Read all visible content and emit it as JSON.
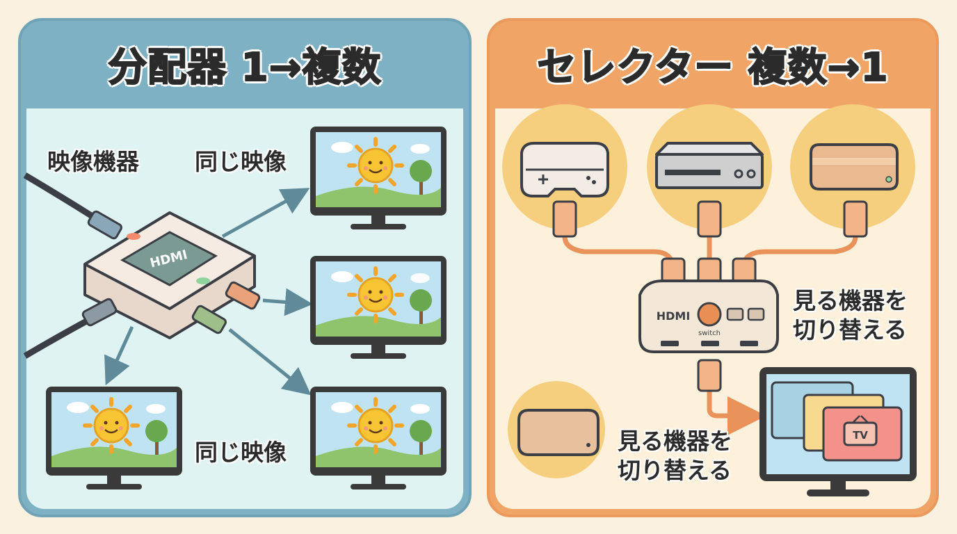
{
  "splitter": {
    "title": "分配器 1→複数",
    "source_label": "映像機器",
    "same_video_label_top": "同じ映像",
    "same_video_label_bottom": "同じ映像",
    "device_text": "HDMI"
  },
  "selector": {
    "title": "セレクター 複数→1",
    "switch_text": "HDMI",
    "switch_button_text": "switch",
    "action_label_right": "見る機器を 切り替える",
    "action_label_bottom": "見る機器を 切り替える",
    "tv_badge_text": "TV"
  },
  "colors": {
    "splitter_header": "#7eb1c3",
    "selector_header": "#f0a466",
    "cable_orange": "#e9925a",
    "arrow_blue": "#5e8a99"
  }
}
